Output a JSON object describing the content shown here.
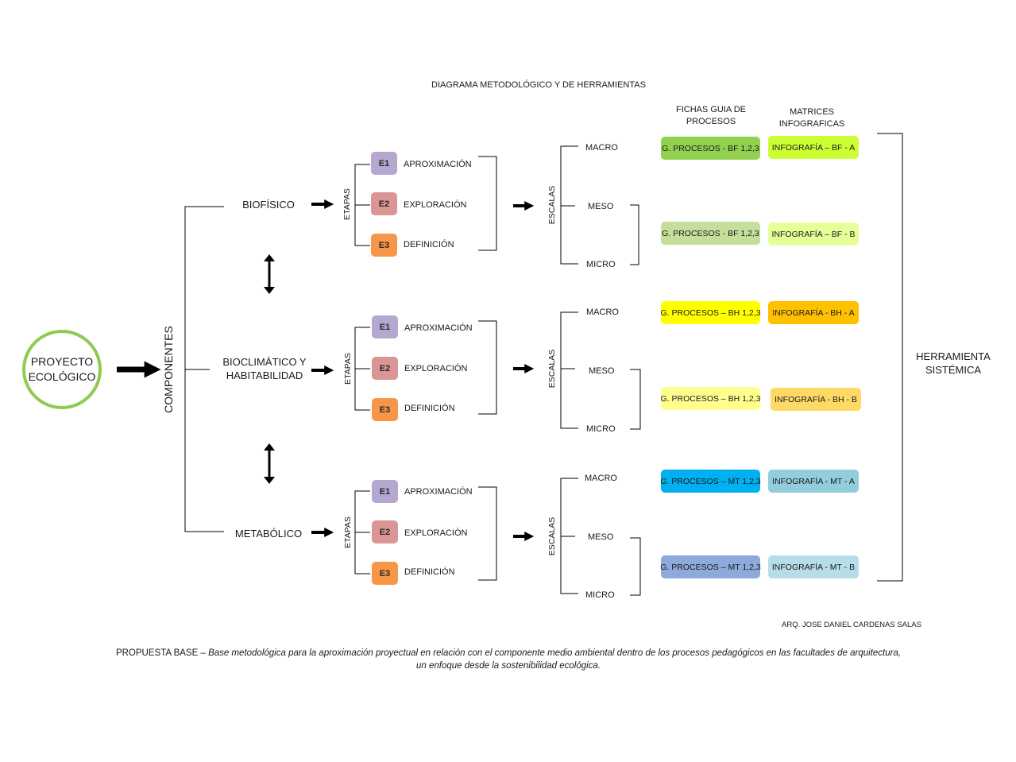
{
  "title": "DIAGRAMA METODOLÓGICO Y DE HERRAMIENTAS",
  "root": "PROYECTO ECOLÓGICO",
  "components_label": "COMPONENTES",
  "headers": {
    "fichas": [
      "FICHAS GUIA DE",
      "PROCESOS"
    ],
    "matrices": [
      "MATRICES",
      "INFOGRAFICAS"
    ]
  },
  "tool": [
    "HERRAMIENTA",
    "SISTÉMICA"
  ],
  "etapas_label": "ETAPAS",
  "escalas_label": "ESCALAS",
  "components": [
    {
      "name": [
        "BIOFÍSICO"
      ],
      "stages": [
        {
          "code": "E1",
          "label": "APROXIMACIÓN"
        },
        {
          "code": "E2",
          "label": "EXPLORACIÓN"
        },
        {
          "code": "E3",
          "label": "DEFINICIÓN"
        }
      ],
      "scales": [
        "MACRO",
        "MESO",
        "MICRO"
      ],
      "fichas": [
        "G. PROCESOS - BF 1,2,3",
        "G. PROCESOS - BF 1,2,3"
      ],
      "info": [
        "INFOGRAFÍA – BF - A",
        "INFOGRAFÍA – BF - B"
      ]
    },
    {
      "name": [
        "BIOCLIMÁTICO Y",
        "HABITABILIDAD"
      ],
      "stages": [
        {
          "code": "E1",
          "label": "APROXIMACIÓN"
        },
        {
          "code": "E2",
          "label": "EXPLORACIÓN"
        },
        {
          "code": "E3",
          "label": "DEFINICIÓN"
        }
      ],
      "scales": [
        "MACRO",
        "MESO",
        "MICRO"
      ],
      "fichas": [
        "G. PROCESOS – BH 1,2,3",
        "G. PROCESOS – BH 1,2,3"
      ],
      "info": [
        "INFOGRAFÍA - BH - A",
        "INFOGRAFÍA - BH - B"
      ]
    },
    {
      "name": [
        "METABÓLICO"
      ],
      "stages": [
        {
          "code": "E1",
          "label": "APROXIMACIÓN"
        },
        {
          "code": "E2",
          "label": "EXPLORACIÓN"
        },
        {
          "code": "E3",
          "label": "DEFINICIÓN"
        }
      ],
      "scales": [
        "MACRO",
        "MESO",
        "MICRO"
      ],
      "fichas": [
        "G. PROCESOS – MT 1,2,3",
        "G. PROCESOS – MT 1,2,3"
      ],
      "info": [
        "INFOGRAFÍA - MT - A",
        "INFOGRAFÍA - MT - B"
      ]
    }
  ],
  "colors": {
    "circle": "#8ecb4f",
    "e1": "#b4a7d0",
    "e2": "#da9694",
    "e3": "#f79646",
    "fichas": [
      "#92d050",
      "#c4df9b",
      "#ffff00",
      "#ffff8f",
      "#00b0f0",
      "#8eaadb"
    ],
    "info": [
      "#ccff33",
      "#e6ff99",
      "#ffc000",
      "#ffd966",
      "#92cddc",
      "#b7dee8"
    ]
  },
  "author": "ARQ. JOSE DANIEL CARDENAS SALAS",
  "footer": {
    "lead": "PROPUESTA BASE – ",
    "line1_italic": "Base metodológica para la aproximación proyectual en relación con el componente medio ambiental dentro de los procesos pedagógicos en las facultades de arquitectura,",
    "line2_italic": "un enfoque desde la sostenibilidad ecológica."
  }
}
